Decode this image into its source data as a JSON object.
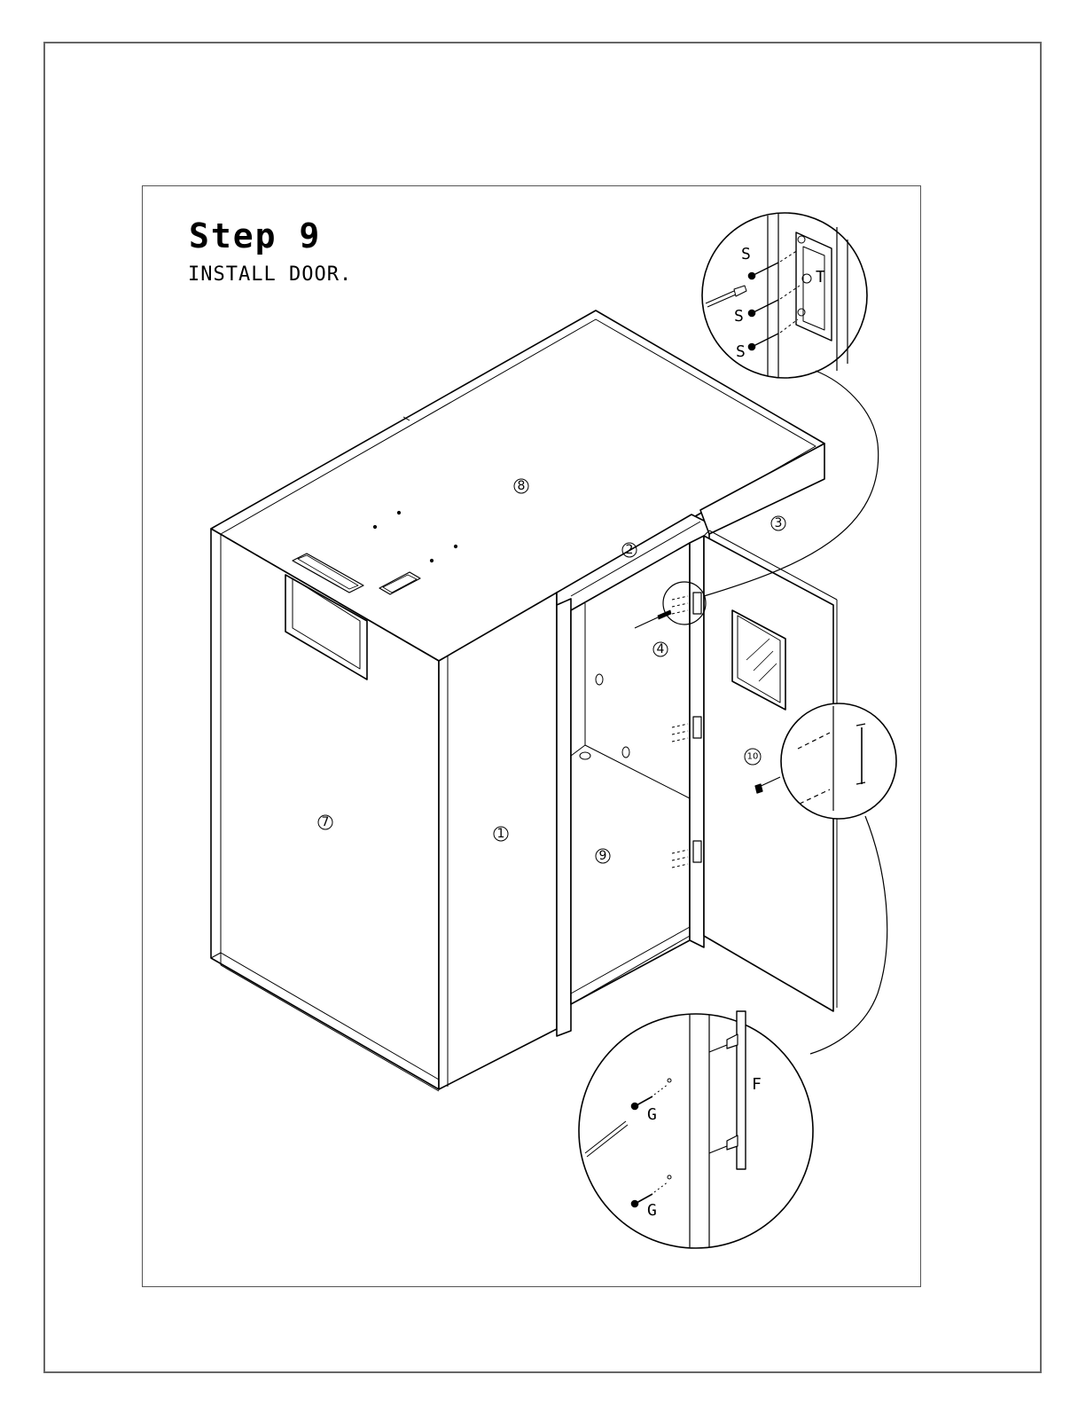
{
  "step": {
    "title": "Step 9",
    "instruction": "INSTALL DOOR."
  },
  "part_numbers": {
    "p1": "1",
    "p2": "2",
    "p3": "3",
    "p4": "4",
    "p7": "7",
    "p8": "8",
    "p9": "9",
    "p10": "10"
  },
  "hardware_letters": {
    "screw_s": "S",
    "hinge_t": "T",
    "handle_f": "F",
    "bolt_g": "G"
  }
}
